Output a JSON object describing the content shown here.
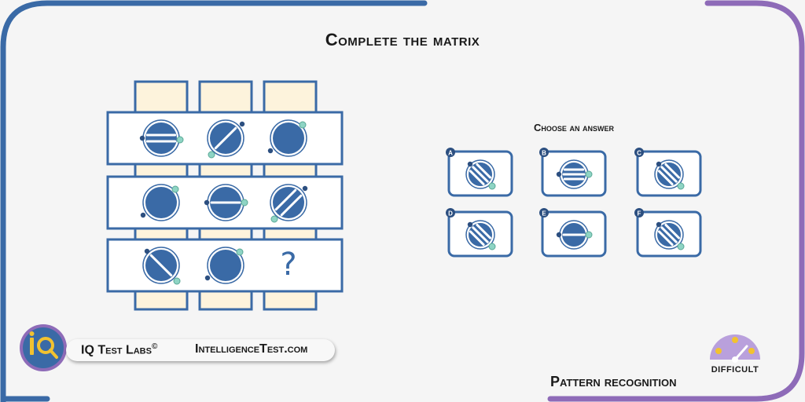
{
  "title": "Complete the matrix",
  "choose_label": "Choose an answer",
  "brand": "IQ Test Labs",
  "brand_mark": "©",
  "site": "IntelligenceTest.com",
  "category": "Pattern recognition",
  "difficulty": "DIFFICULT",
  "question_mark": "?",
  "colors": {
    "accent_blue": "#3a6aa6",
    "accent_purple": "#8e6bb8",
    "teal": "#8ed4c4",
    "cream": "#fdf3dc",
    "logo_yellow": "#f2c230"
  },
  "matrix": {
    "rows": [
      [
        {
          "shape": "circle-horizontal-double-line",
          "icon": "circle-with-two-bars-icon"
        },
        {
          "shape": "circle-diagonal-line",
          "icon": "circle-with-slash-icon"
        },
        {
          "shape": "circle-plain",
          "icon": "plain-circle-icon"
        }
      ],
      [
        {
          "shape": "circle-plain",
          "icon": "plain-circle-icon"
        },
        {
          "shape": "circle-horizontal-line",
          "icon": "circle-with-bar-icon"
        },
        {
          "shape": "circle-diagonal-double-line",
          "icon": "circle-with-two-slashes-icon"
        }
      ],
      [
        {
          "shape": "circle-backslash-line",
          "icon": "circle-with-backslash-icon"
        },
        {
          "shape": "circle-plain",
          "icon": "plain-circle-icon"
        },
        {
          "shape": "missing",
          "icon": "question-mark-icon"
        }
      ]
    ]
  },
  "answers": [
    {
      "label": "A",
      "shape": "backslash-triple",
      "icon": "circle-with-three-backslashes-icon"
    },
    {
      "label": "B",
      "shape": "horizontal-triple",
      "icon": "circle-with-three-bars-icon"
    },
    {
      "label": "C",
      "shape": "backslash-triple",
      "icon": "circle-with-three-backslashes-icon"
    },
    {
      "label": "D",
      "shape": "backslash-triple",
      "icon": "circle-with-three-backslashes-icon"
    },
    {
      "label": "E",
      "shape": "horizontal-single",
      "icon": "circle-with-bar-icon"
    },
    {
      "label": "F",
      "shape": "backslash-triple",
      "icon": "circle-with-three-backslashes-icon"
    }
  ]
}
